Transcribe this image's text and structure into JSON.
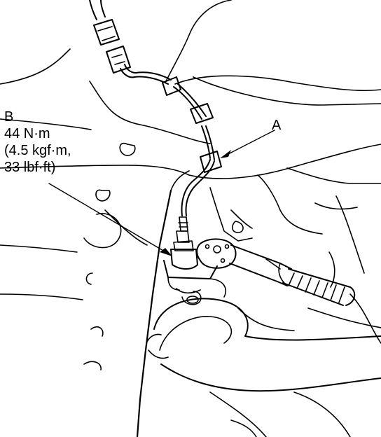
{
  "callouts": {
    "a": {
      "label": "A"
    },
    "b": {
      "label": "B",
      "torque_nm": "44 N·m",
      "torque_kgf": "(4.5 kgf·m,",
      "torque_lbf": "33 lbf·ft)"
    }
  },
  "colors": {
    "ink": "#000000",
    "paper": "#ffffff"
  },
  "parts": {
    "connector": "connector-plug",
    "sensor": "oxygen-sensor",
    "tool": "ratchet-wrench",
    "harness": "sensor-wire-harness",
    "clamps": "harness-clips"
  }
}
